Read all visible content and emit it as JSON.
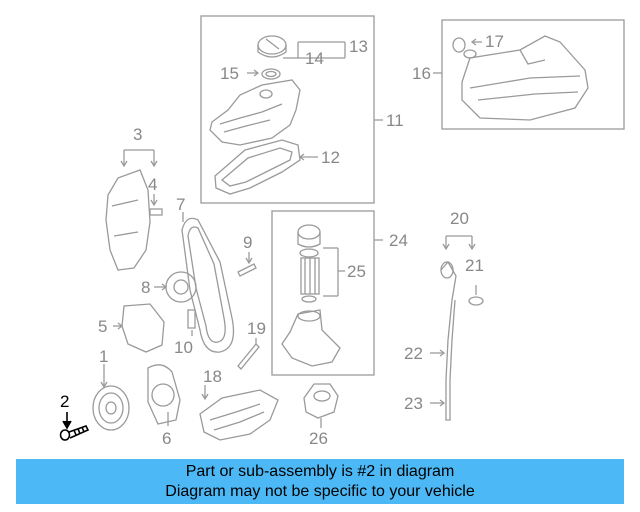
{
  "diagram": {
    "callouts": {
      "c1": "1",
      "c2": "2",
      "c3": "3",
      "c4": "4",
      "c5": "5",
      "c6": "6",
      "c7": "7",
      "c8": "8",
      "c9": "9",
      "c10": "10",
      "c11": "11",
      "c12": "12",
      "c13": "13",
      "c14": "14",
      "c15": "15",
      "c16": "16",
      "c17": "17",
      "c18": "18",
      "c19": "19",
      "c20": "20",
      "c21": "21",
      "c22": "22",
      "c23": "23",
      "c24": "24",
      "c25": "25",
      "c26": "26"
    },
    "highlighted_part": "2",
    "colors": {
      "line": "#9a9a9a",
      "highlight": "#000000",
      "banner": "#4cb8f5"
    }
  },
  "banner": {
    "line1": "Part or sub-assembly is #2 in diagram",
    "line2": "Diagram may not be specific to your vehicle"
  }
}
